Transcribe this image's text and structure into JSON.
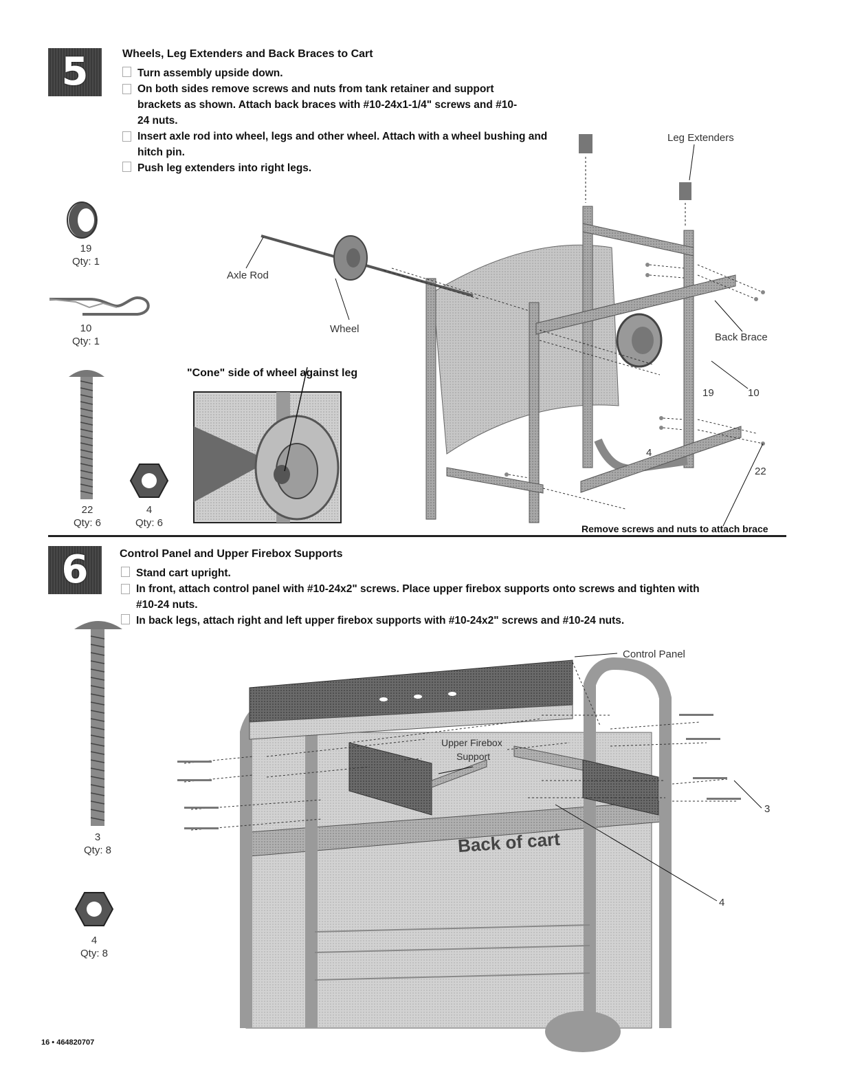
{
  "step5": {
    "number": "5",
    "title": "Wheels, Leg Extenders and Back Braces to Cart",
    "instructions": [
      "Turn assembly upside down.",
      "On both sides remove screws and nuts from tank retainer and support brackets as shown. Attach back braces with #10-24x1-1/4\" screws and #10-24 nuts.",
      "Insert axle rod into wheel, legs and other wheel. Attach with a wheel bushing and hitch pin.",
      "Push leg extenders into right legs."
    ],
    "parts": [
      {
        "number": "19",
        "qty": "Qty: 1",
        "icon": "bushing-icon"
      },
      {
        "number": "10",
        "qty": "Qty: 1",
        "icon": "hitch-pin-icon"
      },
      {
        "number": "22",
        "qty": "Qty: 6",
        "icon": "screw-icon"
      },
      {
        "number": "4",
        "qty": "Qty: 6",
        "icon": "nut-icon"
      }
    ],
    "callout": "\"Cone\" side of wheel against leg",
    "labels": {
      "axle_rod": "Axle Rod",
      "wheel": "Wheel",
      "leg_extenders": "Leg Extenders",
      "back_brace": "Back Brace",
      "n19": "19",
      "n10": "10",
      "n4": "4",
      "n22": "22",
      "remove_screws": "Remove screws and nuts to attach brace"
    }
  },
  "step6": {
    "number": "6",
    "title": "Control Panel and Upper Firebox Supports",
    "instructions": [
      "Stand cart upright.",
      "In front, attach control panel with #10-24x2\" screws. Place upper firebox supports onto screws and tighten with #10-24 nuts.",
      "In back legs, attach right and left upper firebox supports with #10-24x2\" screws and #10-24 nuts."
    ],
    "parts": [
      {
        "number": "3",
        "qty": "Qty: 8",
        "icon": "screw-icon"
      },
      {
        "number": "4",
        "qty": "Qty: 8",
        "icon": "nut-icon"
      }
    ],
    "labels": {
      "control_panel": "Control Panel",
      "upper_firebox_1": "Upper Firebox",
      "upper_firebox_2": "Support",
      "back_of_cart": "Back of cart",
      "n3": "3",
      "n4": "4"
    }
  },
  "footer": "16 • 464820707"
}
